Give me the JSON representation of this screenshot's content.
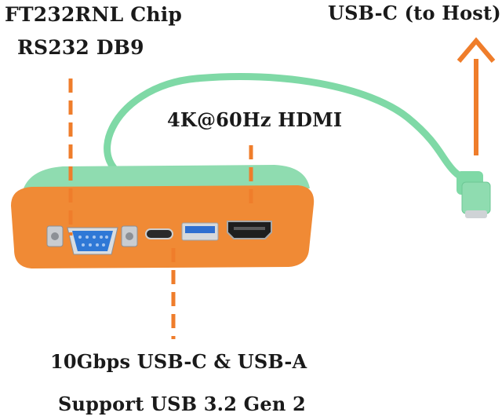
{
  "labels": {
    "chip": "FT232RNL Chip",
    "db9": "RS232 DB9",
    "host": "USB-C (to Host)",
    "hdmi": "4K@60Hz HDMI",
    "usb": "10Gbps USB-C & USB-A",
    "support": "Support USB 3.2 Gen 2"
  },
  "colors": {
    "accent_orange": "#ef7d2b",
    "body_orange": "#f08a35",
    "cable_green": "#7fd9a6",
    "top_green": "#8fdcb0",
    "db9_blue": "#2f78d6",
    "usb_a_blue": "#2f6fd0"
  }
}
